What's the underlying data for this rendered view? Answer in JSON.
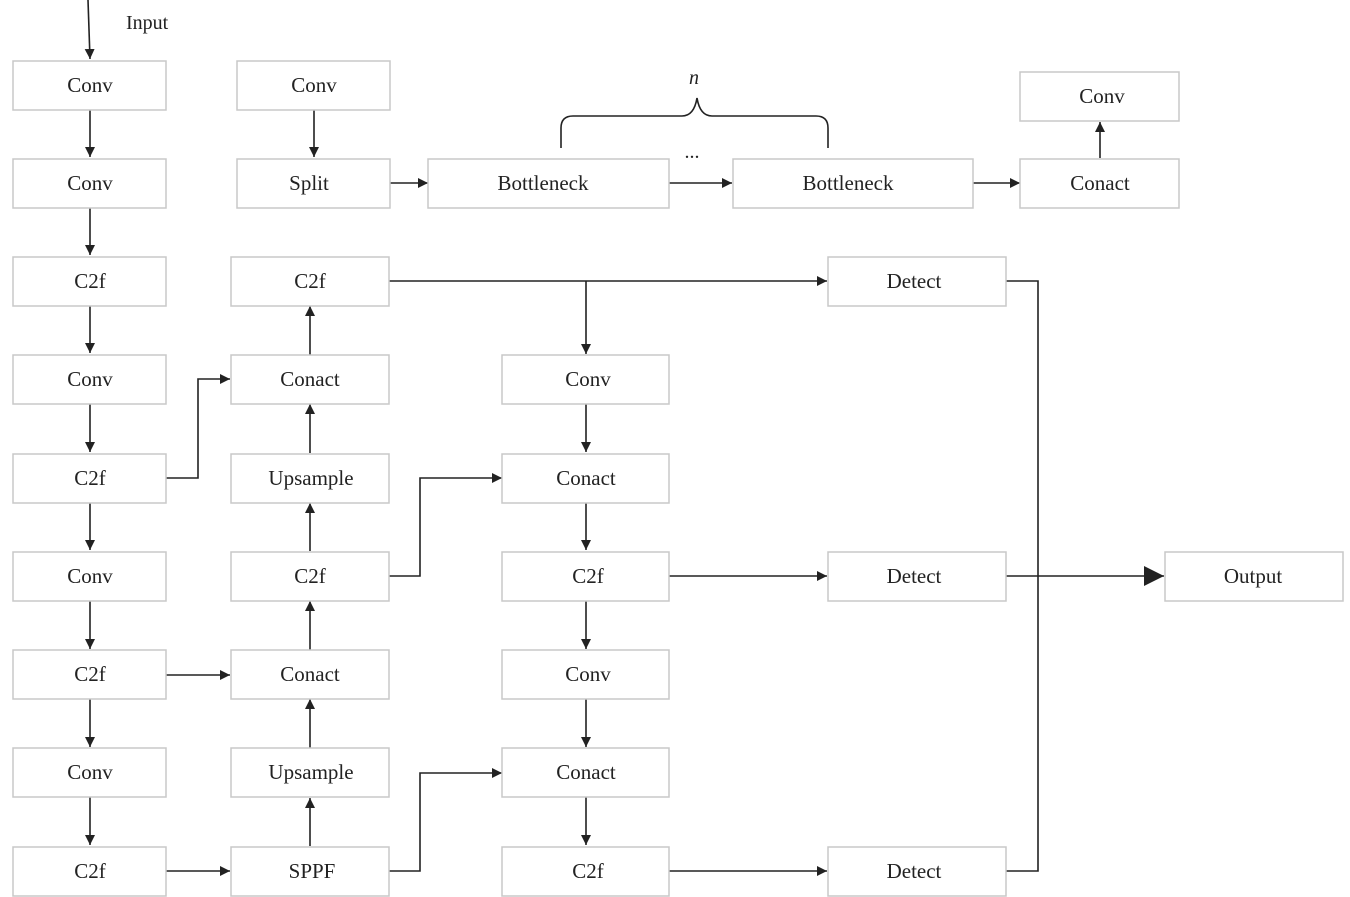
{
  "labels": {
    "input": "Input",
    "repeat": "n",
    "ellipsis": "..."
  },
  "colors": {
    "line": "#222222",
    "box_border": "#c8c8c8",
    "background": "#ffffff"
  },
  "blocks": {
    "backbone_conv_1": "Conv",
    "backbone_conv_2": "Conv",
    "backbone_c2f_1": "C2f",
    "backbone_conv_3": "Conv",
    "backbone_c2f_2": "C2f",
    "backbone_conv_4": "Conv",
    "backbone_c2f_3": "C2f",
    "backbone_conv_5": "Conv",
    "backbone_c2f_4": "C2f",
    "c2f_detail_conv_in": "Conv",
    "c2f_detail_split": "Split",
    "c2f_detail_bottleneck_1": "Bottleneck",
    "c2f_detail_bottleneck_2": "Bottleneck",
    "c2f_detail_concat": "Conact",
    "c2f_detail_conv_out": "Conv",
    "neck_c2f_top": "C2f",
    "neck_concat_1": "Conact",
    "neck_upsample_1": "Upsample",
    "neck_c2f_mid": "C2f",
    "neck_concat_2": "Conact",
    "neck_upsample_2": "Upsample",
    "neck_sppf": "SPPF",
    "pan_conv_1": "Conv",
    "pan_concat_1": "Conact",
    "pan_c2f_1": "C2f",
    "pan_conv_2": "Conv",
    "pan_concat_2": "Conact",
    "pan_c2f_2": "C2f",
    "detect_1": "Detect",
    "detect_2": "Detect",
    "detect_3": "Detect",
    "output": "Output"
  }
}
